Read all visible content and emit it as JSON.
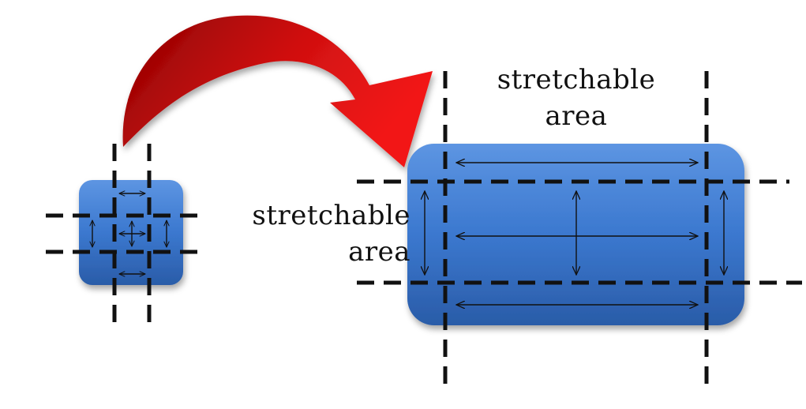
{
  "labels": {
    "top_line1": "stretchable",
    "top_line2": "area",
    "left_line1": "stretchable",
    "left_line2": "area"
  },
  "colors": {
    "box_blue": "#3b78cf",
    "box_blue_light": "#5d95e2",
    "box_blue_dark": "#2a5ca8",
    "arrow_red": "#d01010",
    "arrow_red_dark": "#8c0000",
    "guide_line": "#111111"
  },
  "icons": {
    "transform_arrow": "curved-red-arrow-icon",
    "double_arrow": "double-headed-arrow-icon",
    "four_way_arrow": "four-way-arrow-icon"
  }
}
